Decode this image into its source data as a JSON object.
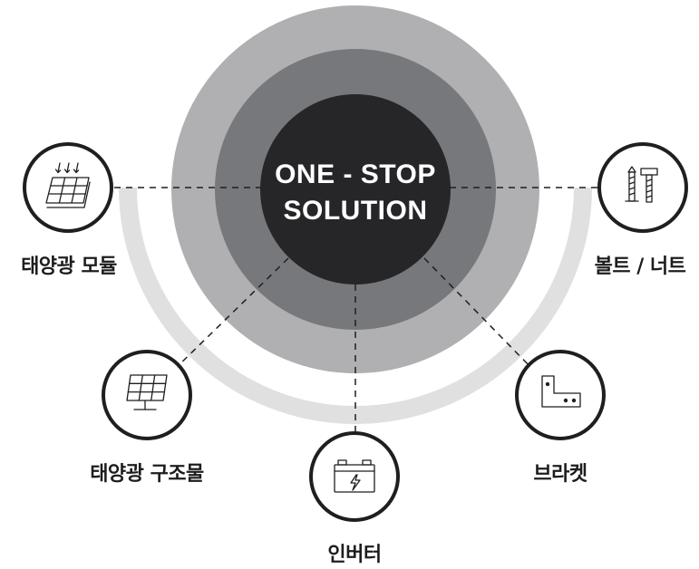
{
  "center": {
    "line1": "ONE - STOP",
    "line2": "SOLUTION"
  },
  "nodes": [
    {
      "label": "태양광 모듈",
      "icon": "solar-panel-module-icon"
    },
    {
      "label": "태양광 구조물",
      "icon": "solar-structure-icon"
    },
    {
      "label": "인버터",
      "icon": "inverter-battery-icon"
    },
    {
      "label": "브라켓",
      "icon": "bracket-icon"
    },
    {
      "label": "볼트 / 너트",
      "icon": "bolt-nut-icon"
    }
  ],
  "colors": {
    "outer_ring": "#b0b0b2",
    "middle_ring": "#77787c",
    "inner_circle": "#262628",
    "arc": "#e0e0e0",
    "node_stroke": "#1f1f21",
    "text": "#1d1d1f"
  }
}
